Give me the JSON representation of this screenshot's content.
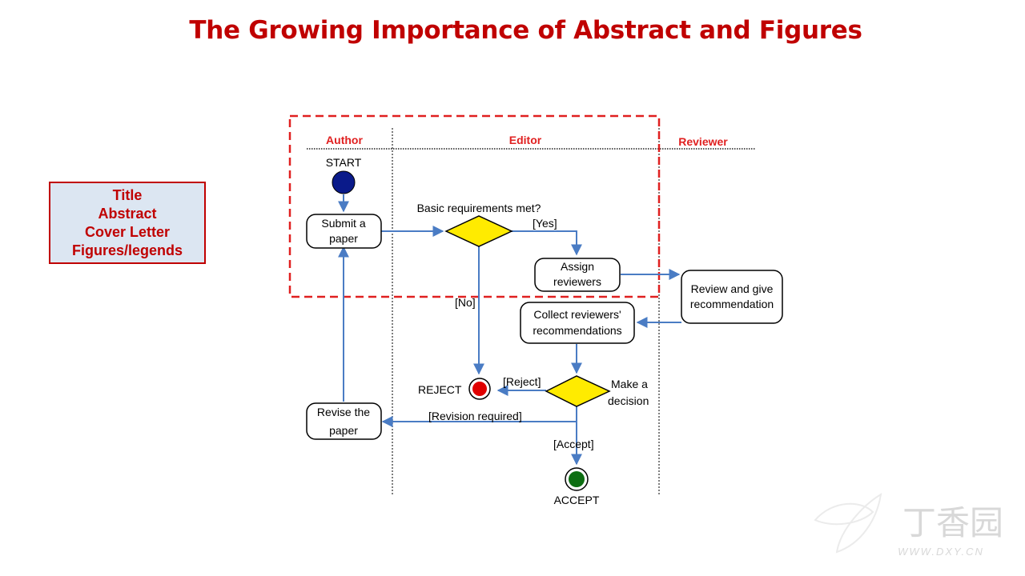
{
  "title": "The Growing Importance of Abstract and Figures",
  "info_box": {
    "lines": [
      "Title",
      "Abstract",
      "Cover Letter",
      "Figures/legends"
    ]
  },
  "lanes": {
    "author": "Author",
    "editor": "Editor",
    "reviewer": "Reviewer"
  },
  "nodes": {
    "start": "START",
    "submit": [
      "Submit a",
      "paper"
    ],
    "basic_check": "Basic requirements met?",
    "assign": [
      "Assign",
      "reviewers"
    ],
    "review": [
      "Review and give",
      "recommendation"
    ],
    "collect": [
      "Collect reviewers'",
      "recommendations"
    ],
    "decision": [
      "Make a",
      "decision"
    ],
    "revise": [
      "Revise the",
      "paper"
    ],
    "reject": "REJECT",
    "accept": "ACCEPT"
  },
  "edge_labels": {
    "yes": "[Yes]",
    "no": "[No]",
    "reject": "[Reject]",
    "revision": "[Revision required]",
    "accept": "[Accept]"
  },
  "watermark": {
    "brand": "丁香园",
    "url": "WWW.DXY.CN"
  },
  "colors": {
    "title": "#c00000",
    "lane": "#e02020",
    "dashed_box": "#e02020",
    "arrow": "#4a7cc4",
    "diamond": "#ffeb00",
    "start_dot": "#0a1a8a",
    "reject_dot": "#e00000",
    "accept_dot": "#0d6e12",
    "info_bg": "#dce6f2"
  }
}
